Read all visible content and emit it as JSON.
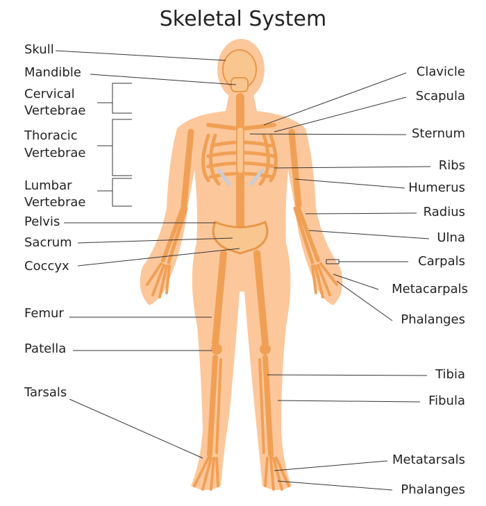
{
  "title": "Skeletal System",
  "colors": {
    "body": "#fdc79c",
    "bone": "#f0a055",
    "bone_light": "#f9c690",
    "rib_shadow": "#c9cdd6",
    "line": "#333333"
  },
  "left_labels": {
    "skull": "Skull",
    "mandible": "Mandible",
    "cervical_1": "Cervical",
    "cervical_2": "Vertebrae",
    "thoracic_1": "Thoracic",
    "thoracic_2": "Vertebrae",
    "lumbar_1": "Lumbar",
    "lumbar_2": "Vertebrae",
    "pelvis": "Pelvis",
    "sacrum": "Sacrum",
    "coccyx": "Coccyx",
    "femur": "Femur",
    "patella": "Patella",
    "tarsals": "Tarsals"
  },
  "right_labels": {
    "clavicle": "Clavicle",
    "scapula": "Scapula",
    "sternum": "Sternum",
    "ribs": "Ribs",
    "humerus": "Humerus",
    "radius": "Radius",
    "ulna": "Ulna",
    "carpals": "Carpals",
    "metacarpals": "Metacarpals",
    "hand_phalanges": "Phalanges",
    "tibia": "Tibia",
    "fibula": "Fibula",
    "metatarsals": "Metatarsals",
    "foot_phalanges": "Phalanges"
  }
}
